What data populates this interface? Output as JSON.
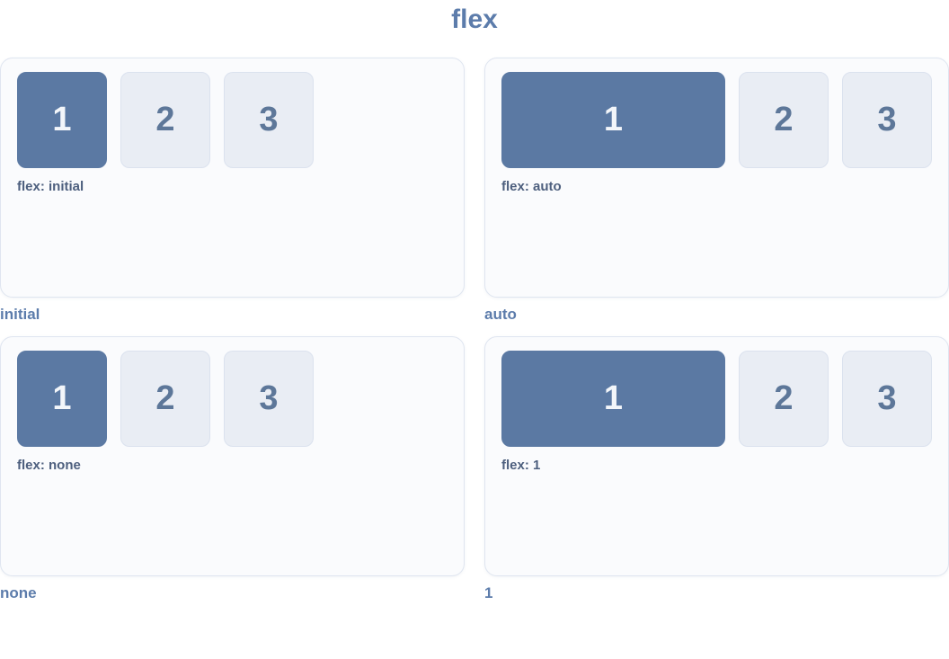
{
  "page": {
    "title": "flex"
  },
  "colors": {
    "accent_text": "#5c7cab",
    "item_active_bg": "#5b79a3",
    "item_active_text": "#f3f6fa",
    "item_inactive_bg": "#e9edf4",
    "item_inactive_border": "#dbe2ee",
    "item_inactive_text": "#5d7799",
    "panel_bg": "#fafbfd",
    "panel_border": "#dfe5f0",
    "property_label_text": "#4d5f7e"
  },
  "demos": [
    {
      "caption": "initial",
      "property_label": "flex: initial",
      "flex_value": "initial",
      "items": [
        "1",
        "2",
        "3"
      ]
    },
    {
      "caption": "auto",
      "property_label": "flex: auto",
      "flex_value": "auto",
      "items": [
        "1",
        "2",
        "3"
      ]
    },
    {
      "caption": "none",
      "property_label": "flex: none",
      "flex_value": "none",
      "items": [
        "1",
        "2",
        "3"
      ]
    },
    {
      "caption": "1",
      "property_label": "flex: 1",
      "flex_value": "1",
      "items": [
        "1",
        "2",
        "3"
      ]
    }
  ]
}
